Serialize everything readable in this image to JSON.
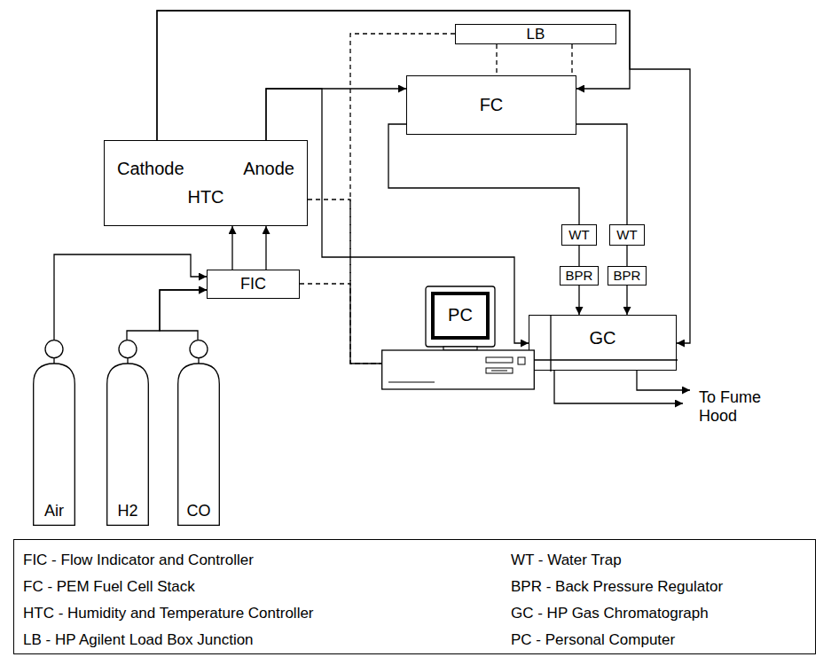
{
  "diagram": {
    "nodes": [
      {
        "text": [
          "LB"
        ]
      },
      {
        "text": [
          "FC"
        ]
      },
      {
        "text": [
          "Cathode",
          "Anode",
          "HTC"
        ]
      },
      {
        "text": [
          "FIC"
        ]
      },
      {
        "text": [
          "WT"
        ]
      },
      {
        "text": [
          "WT"
        ]
      },
      {
        "text": [
          "BPR"
        ]
      },
      {
        "text": [
          "BPR"
        ]
      },
      {
        "text": [
          "GC"
        ]
      },
      {
        "text": [
          "PC"
        ]
      },
      {
        "text": [
          "Air"
        ]
      },
      {
        "text": [
          "H2"
        ]
      },
      {
        "text": [
          "CO"
        ]
      },
      {
        "text": [
          "FIC - Flow Indicator and Controller",
          "WT - Water Trap",
          "FC - PEM Fuel Cell Stack",
          "BPR - Back Pressure Regulator",
          "HTC - Humidity and Temperature Controller",
          "GC - HP Gas Chromatograph",
          "LB - HP Agilent Load Box Junction",
          "PC - Personal Computer"
        ]
      }
    ],
    "edges": [
      {
        "from": 10,
        "to": 3,
        "arrow": "to"
      },
      {
        "from": 11,
        "to": 3,
        "arrow": "to"
      },
      {
        "from": 12,
        "to": 3,
        "arrow": "to"
      },
      {
        "from": 3,
        "to": 2,
        "arrow": "to"
      },
      {
        "from": 3,
        "to": 2,
        "arrow": "to"
      },
      {
        "from": 2,
        "to": 1,
        "arrow": "to"
      },
      {
        "from": 2,
        "to": 1,
        "arrow": "to"
      },
      {
        "from": 2,
        "to": 8,
        "arrow": "to"
      },
      {
        "from": 2,
        "to": 8,
        "arrow": "to"
      },
      {
        "from": 1,
        "to": 4,
        "arrow": "none"
      },
      {
        "from": 1,
        "to": 5,
        "arrow": "none"
      },
      {
        "from": 4,
        "to": 6,
        "arrow": "none"
      },
      {
        "from": 5,
        "to": 7,
        "arrow": "none"
      },
      {
        "from": 6,
        "to": 8,
        "arrow": "to"
      },
      {
        "from": 7,
        "to": 8,
        "arrow": "to"
      },
      {
        "from": 0,
        "to": 1,
        "arrow": "none"
      },
      {
        "from": 0,
        "to": 1,
        "arrow": "none"
      },
      {
        "from": 0,
        "to": 9,
        "arrow": "none"
      },
      {
        "from": 2,
        "to": 9,
        "arrow": "none"
      },
      {
        "from": 3,
        "to": 9,
        "arrow": "none"
      }
    ],
    "labels": [
      "To Fume Hood"
    ]
  }
}
